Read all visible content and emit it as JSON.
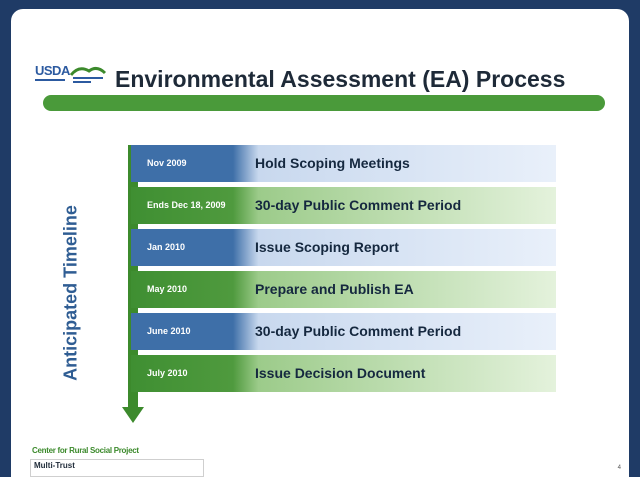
{
  "slide": {
    "title": "Environmental Assessment (EA) Process",
    "logo_text": "USDA",
    "timeline_label": "Anticipated Timeline",
    "accent_color": "#4a9a3a",
    "footer_text": "Center for Rural Social Project",
    "footer_box_text": "Multi-Trust",
    "page_number": "4"
  },
  "timeline": [
    {
      "date": "Nov 2009",
      "event": "Hold Scoping Meetings",
      "color": "blue"
    },
    {
      "date": "Ends Dec 18, 2009",
      "event": "30-day Public Comment Period",
      "color": "green"
    },
    {
      "date": "Jan 2010",
      "event": "Issue Scoping Report",
      "color": "blue"
    },
    {
      "date": "May 2010",
      "event": "Prepare and Publish EA",
      "color": "green"
    },
    {
      "date": "June 2010",
      "event": "30-day Public Comment Period",
      "color": "blue"
    },
    {
      "date": "July 2010",
      "event": "Issue Decision Document",
      "color": "green"
    }
  ]
}
